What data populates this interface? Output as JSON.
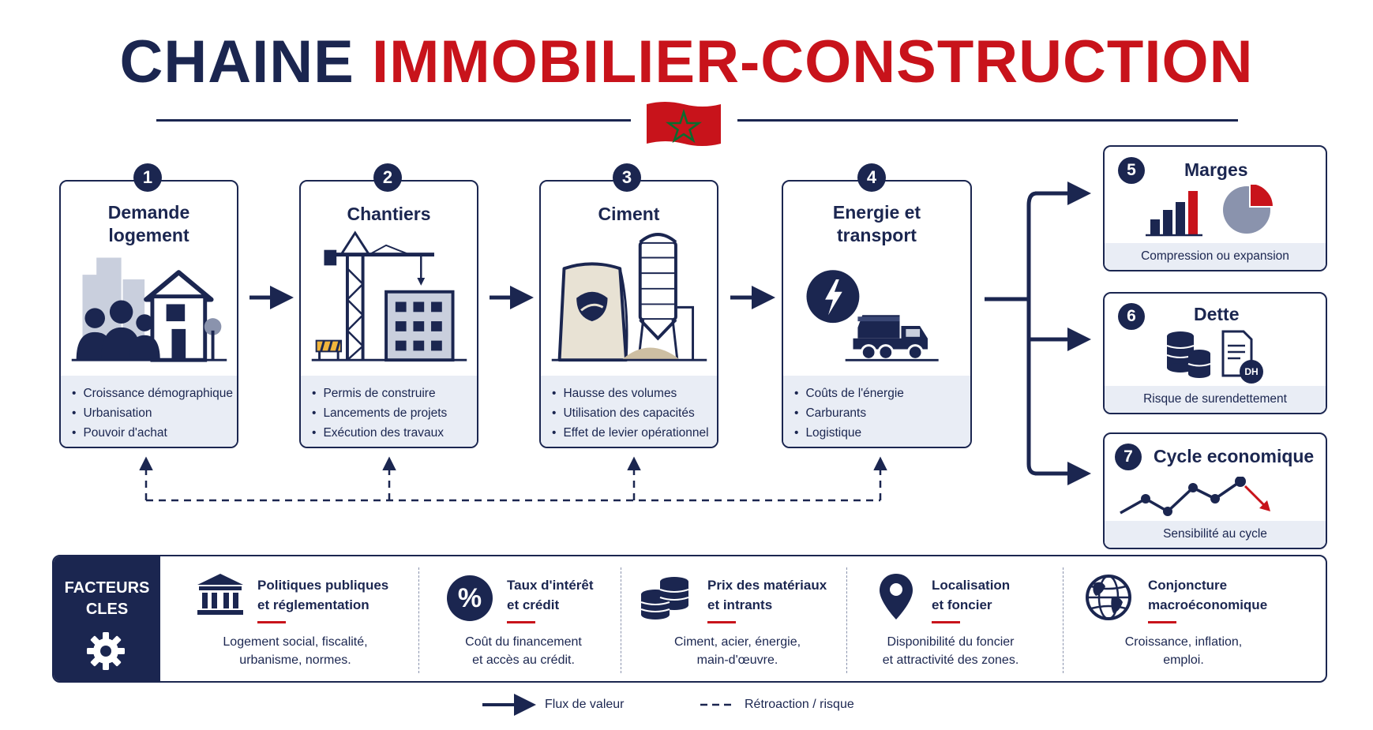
{
  "title": {
    "part1": "CHAINE",
    "part2": "IMMOBILIER-CONSTRUCTION"
  },
  "colors": {
    "navy": "#1b2650",
    "red": "#c8131b",
    "light": "#e9edf5",
    "gray": "#c9cfdd"
  },
  "steps": [
    {
      "num": "1",
      "title_l1": "Demande",
      "title_l2": "logement",
      "bullets": [
        "Croissance démographique",
        "Urbanisation",
        "Pouvoir d'achat"
      ]
    },
    {
      "num": "2",
      "title_l1": "Chantiers",
      "title_l2": "",
      "bullets": [
        "Permis de construire",
        "Lancements de projets",
        "Exécution des travaux"
      ]
    },
    {
      "num": "3",
      "title_l1": "Ciment",
      "title_l2": "",
      "bullets": [
        "Hausse des volumes",
        "Utilisation des capacités",
        "Effet de levier opérationnel"
      ]
    },
    {
      "num": "4",
      "title_l1": "Energie et",
      "title_l2": "transport",
      "bullets": [
        "Coûts de l'énergie",
        "Carburants",
        "Logistique"
      ]
    }
  ],
  "outcomes": [
    {
      "num": "5",
      "title": "Marges",
      "footer": "Compression ou expansion"
    },
    {
      "num": "6",
      "title": "Dette",
      "footer": "Risque de surendettement",
      "doc_label": "DH"
    },
    {
      "num": "7",
      "title": "Cycle economique",
      "footer": "Sensibilité au cycle"
    }
  ],
  "factors": {
    "header_l1": "FACTEURS",
    "header_l2": "CLES",
    "items": [
      {
        "title_l1": "Politiques publiques",
        "title_l2": "et réglementation",
        "desc_l1": "Logement social, fiscalité,",
        "desc_l2": "urbanisme, normes.",
        "icon": "institution-icon"
      },
      {
        "title_l1": "Taux d'intérêt",
        "title_l2": "et crédit",
        "desc_l1": "Coût du financement",
        "desc_l2": "et accès au crédit.",
        "icon": "percent-icon",
        "icon_label": "%"
      },
      {
        "title_l1": "Prix des matériaux",
        "title_l2": "et intrants",
        "desc_l1": "Ciment, acier, énergie,",
        "desc_l2": "main-d'œuvre.",
        "icon": "coins-icon"
      },
      {
        "title_l1": "Localisation",
        "title_l2": "et foncier",
        "desc_l1": "Disponibilité du foncier",
        "desc_l2": "et attractivité des zones.",
        "icon": "location-pin-icon"
      },
      {
        "title_l1": "Conjoncture",
        "title_l2": "macroéconomique",
        "desc_l1": "Croissance, inflation,",
        "desc_l2": "emploi.",
        "icon": "globe-icon"
      }
    ]
  },
  "legend": {
    "solid": "Flux de valeur",
    "dashed": "Rétroaction / risque"
  }
}
